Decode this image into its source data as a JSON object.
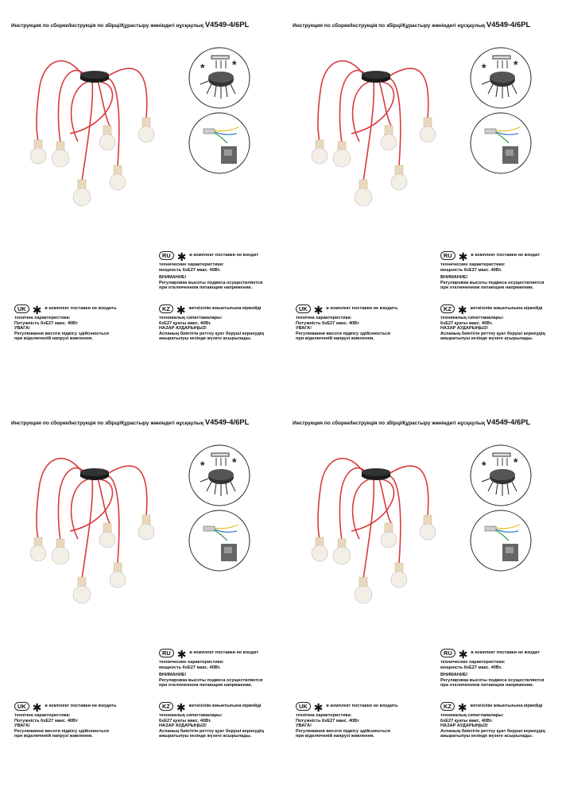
{
  "header": {
    "title": "Инструкция по сборке/Інструкція по збірці/Құрастыру жөніндегі нұсқаулық",
    "model": "V4549-4/6PL"
  },
  "ru": {
    "badge": "RU",
    "not_included": "в комплект поставки не входит",
    "lines": [
      "технические характеристики:",
      "мощность 6xE27 макс. 40Вт."
    ],
    "warning": [
      "ВНИМАНИЕ!",
      "Регулировка высоты подвеса осуществляется",
      "при отключенном питающем напряжении."
    ]
  },
  "uk": {
    "badge": "UK",
    "not_included": "в комплект поставки не входить",
    "lines": [
      "технічна характеристика:",
      "Потужність 6xE27 макс. 40Вт"
    ],
    "warning": [
      "УВАГА!",
      "Регулювання висоти підвісу здійснюється",
      "при відключеній напрузі живлення."
    ]
  },
  "kz": {
    "badge": "KZ",
    "not_included": "жеткізілім жиынтығына кірмейді",
    "lines": [
      "техникалық сипаттамалары:",
      "6xE27 қуаты макс. 40Вт."
    ],
    "warning": [
      "НАЗАР АУДАРЫҢЫЗ!",
      "Аспаның биіктігін реттеу қуат беруші кернеудің",
      "ажыратылуы кезінде жүзеге асырылады."
    ]
  },
  "icons": [
    "star-icon",
    "ceiling-canopy-icon",
    "wiring-icon",
    "pendant-lamp-illustration"
  ],
  "colors": {
    "cable": "#d83a3e",
    "canopy": "#1a1a1a",
    "holder": "#ead8bd"
  }
}
